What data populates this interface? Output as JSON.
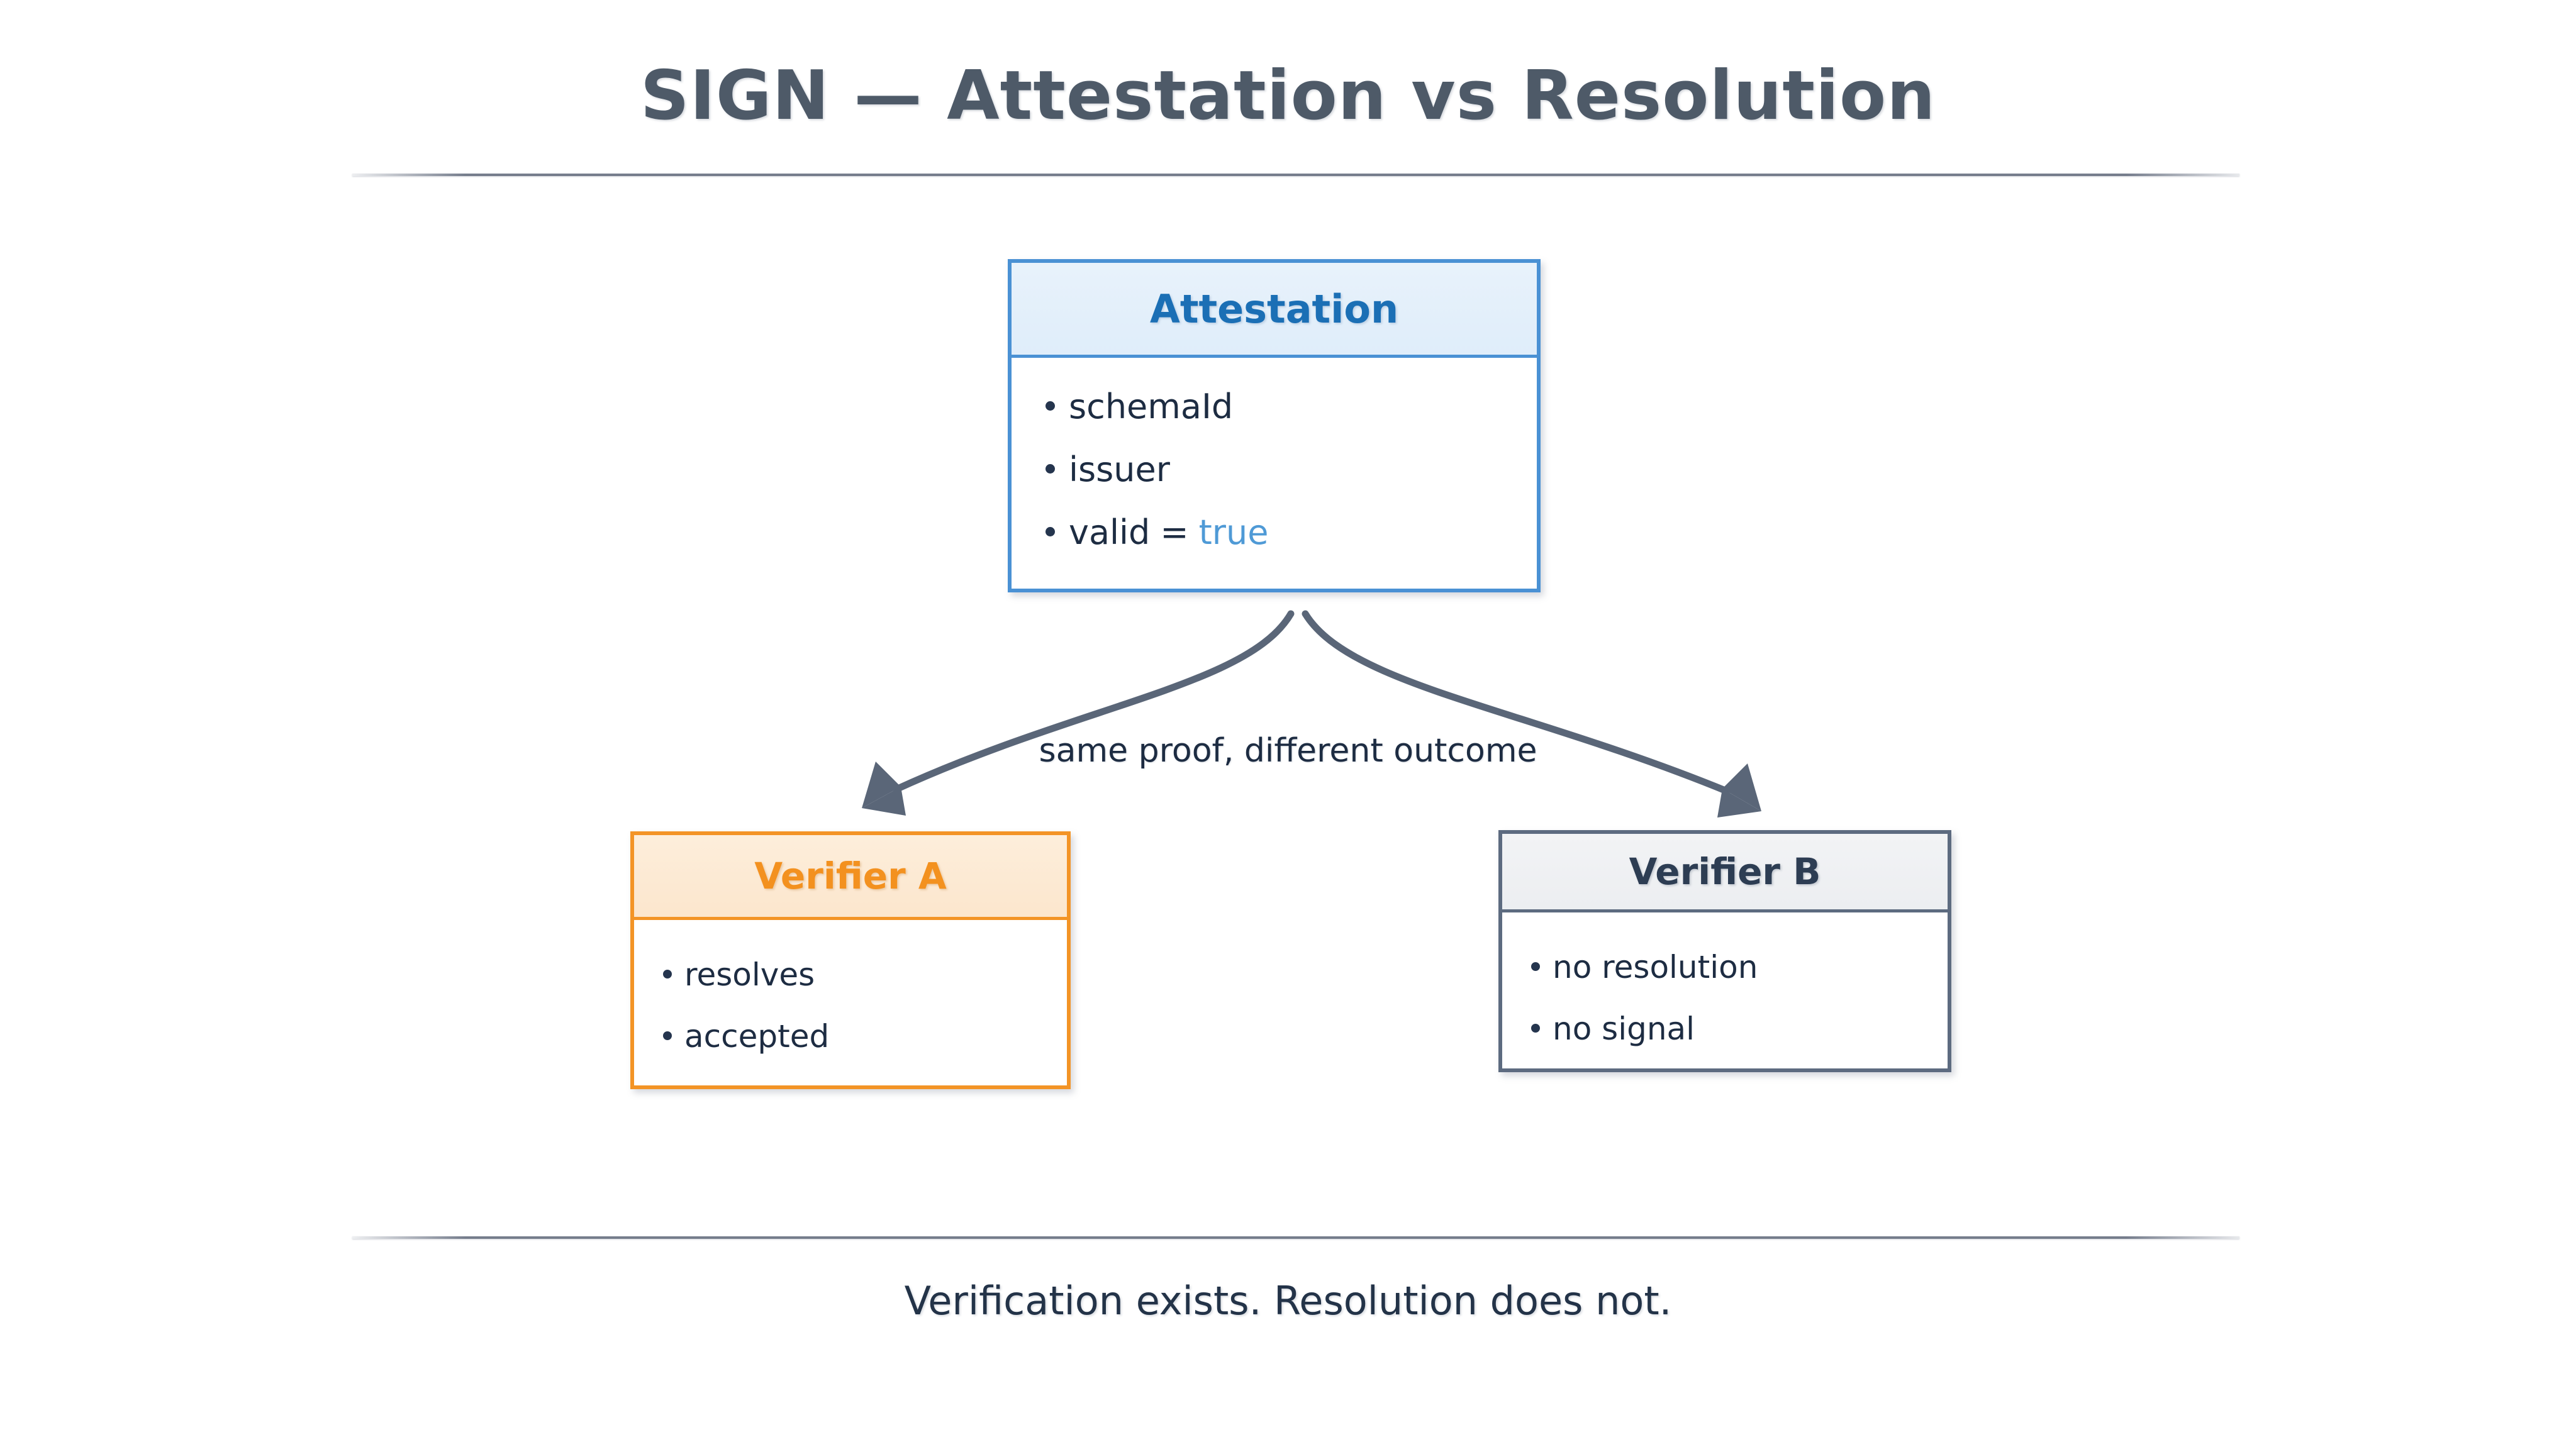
{
  "page": {
    "title": "SIGN — Attestation vs Resolution",
    "footer_note": "Verification exists. Resolution does not.",
    "background": "#ffffff"
  },
  "diagram": {
    "type": "flow",
    "caption": "same proof, different outcome",
    "source_node": "attestation",
    "target_nodes": [
      "verifier-a",
      "verifier-b"
    ],
    "arrow_color": "#5a6678",
    "nodes": [
      {
        "id": "attestation",
        "title": "Attestation",
        "accent": "#4a91d4",
        "header_fill": "#e3eefa",
        "title_color": "#1b6fb5",
        "items": [
          {
            "label": "schemaId",
            "value": "",
            "separator": ""
          },
          {
            "label": "issuer",
            "value": "",
            "separator": ""
          },
          {
            "label": "valid",
            "value": "true",
            "separator": "="
          }
        ]
      },
      {
        "id": "verifier-a",
        "title": "Verifier A",
        "accent": "#f39426",
        "header_fill": "#fce9d3",
        "title_color": "#f3911f",
        "items": [
          {
            "label": "resolves",
            "value": "",
            "separator": ""
          },
          {
            "label": "accepted",
            "value": "",
            "separator": ""
          }
        ]
      },
      {
        "id": "verifier-b",
        "title": "Verifier B",
        "accent": "#5d6b80",
        "header_fill": "#eff1f3",
        "title_color": "#2d3d53",
        "items": [
          {
            "label": "no resolution",
            "value": "",
            "separator": ""
          },
          {
            "label": "no signal",
            "value": "",
            "separator": ""
          }
        ]
      }
    ]
  }
}
